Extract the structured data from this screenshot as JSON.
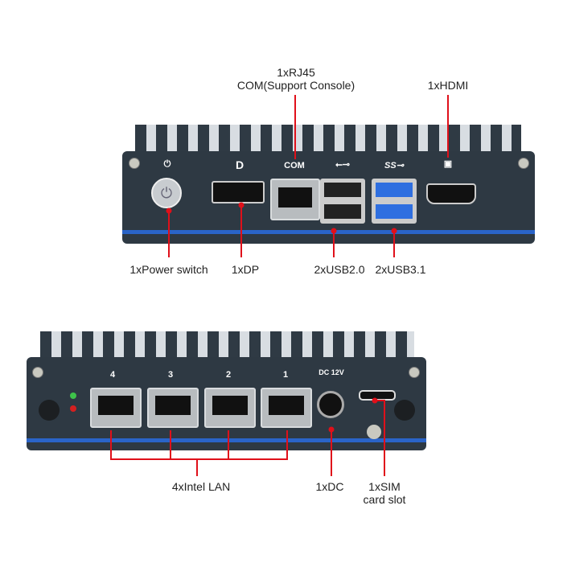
{
  "top_labels": {
    "rj45": "1xRJ45",
    "rj45_sub": "COM(Support Console)",
    "hdmi": "1xHDMI",
    "power": "1xPower switch",
    "dp": "1xDP",
    "usb2": "2xUSB2.0",
    "usb3": "2xUSB3.1"
  },
  "top_panel_marks": {
    "com": "COM"
  },
  "bottom_labels": {
    "lan": "4xIntel LAN",
    "dc": "1xDC",
    "sim": "1xSIM",
    "sim_sub": "card slot"
  },
  "bottom_panel_marks": {
    "dc": "DC 12V",
    "lan_numbers": [
      "4",
      "3",
      "2",
      "1"
    ]
  },
  "colors": {
    "annotation": "#e0101a",
    "panel": "#2e3943",
    "stripe": "#2a64c8",
    "usb3": "#2f6fe0"
  }
}
